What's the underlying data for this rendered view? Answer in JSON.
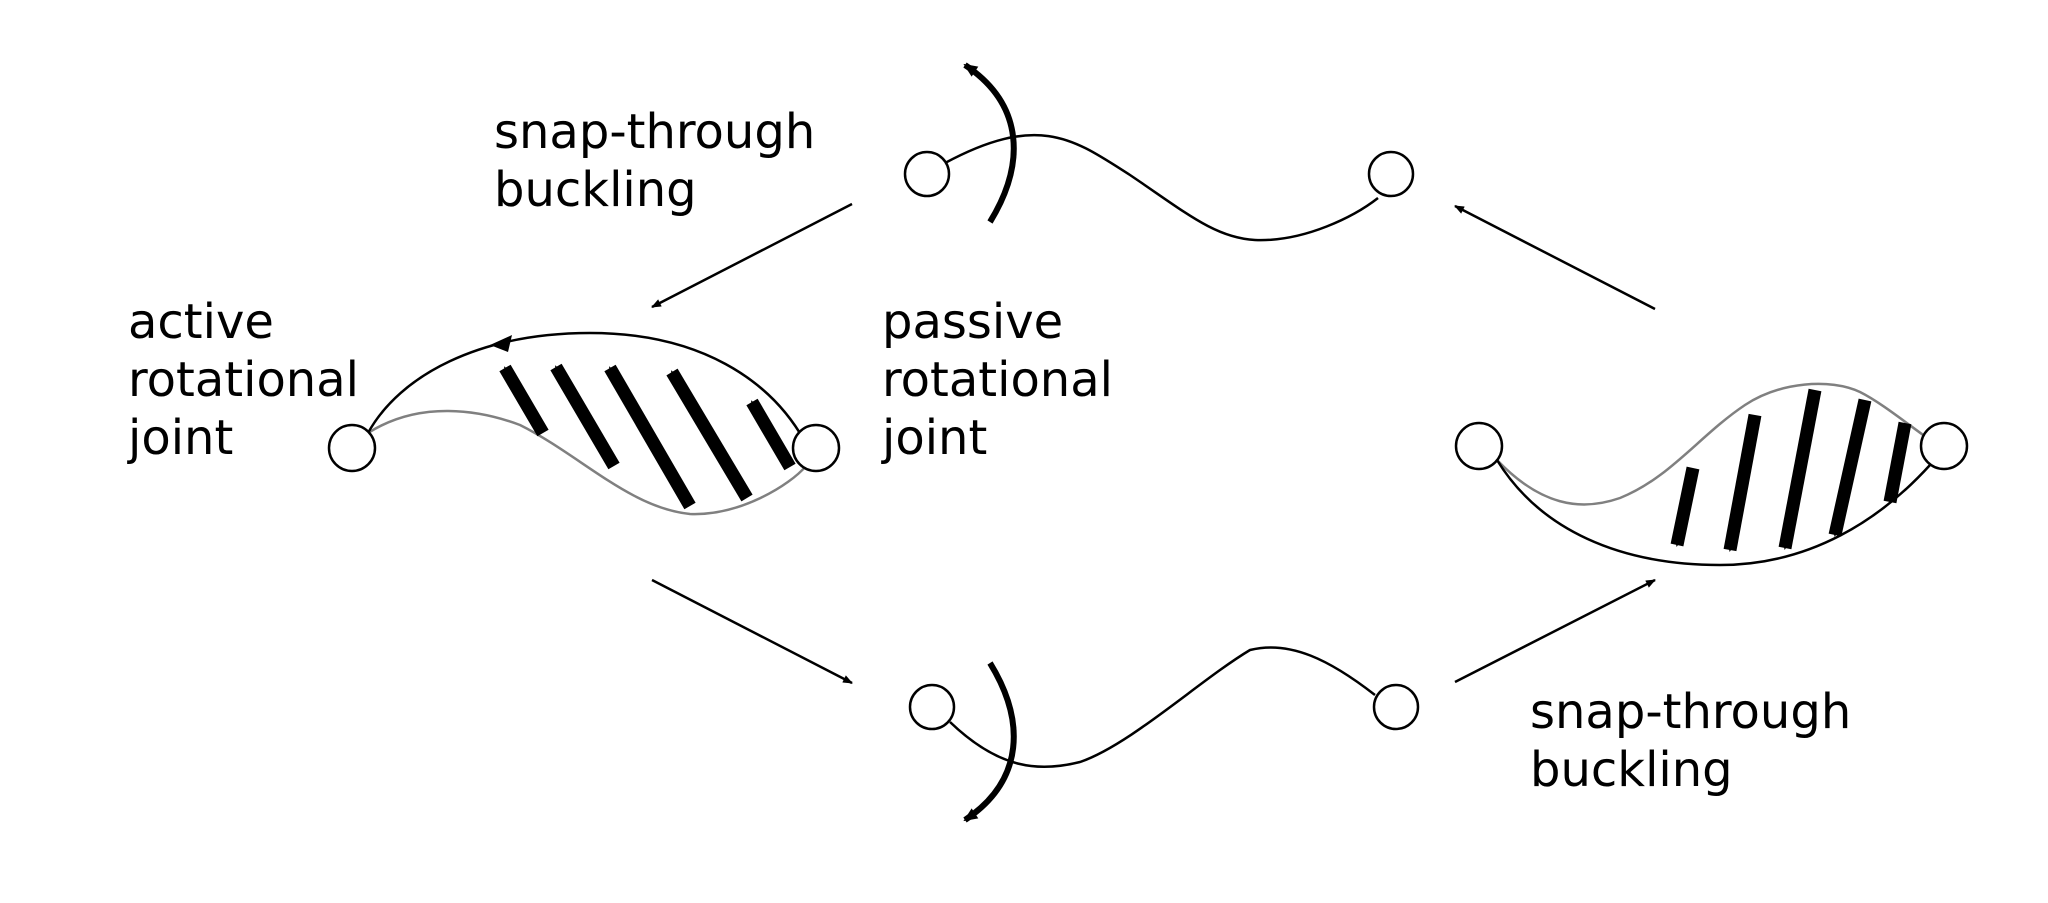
{
  "labels": {
    "snap_top": [
      "snap-through",
      "buckling"
    ],
    "snap_bottom": [
      "snap-through",
      "buckling"
    ],
    "active_joint": [
      "active",
      "rotational",
      "joint"
    ],
    "passive_joint": [
      "passive",
      "rotational",
      "joint"
    ]
  },
  "colors": {
    "ink": "#000000",
    "ghost_curve": "#808080",
    "background": "#ffffff"
  }
}
